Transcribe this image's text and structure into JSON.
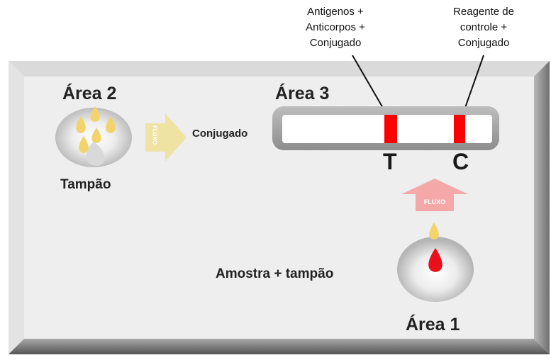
{
  "callouts": {
    "test_line": [
      "Antigenos +",
      "Anticorpos +",
      "Conjugado"
    ],
    "control_line": [
      "Reagente de",
      "controle +",
      "Conjugado"
    ]
  },
  "areas": {
    "area2": {
      "title": "Área 2",
      "caption": "Tampão"
    },
    "area3": {
      "title": "Área 3"
    },
    "area1": {
      "title": "Área 1",
      "caption": "Amostra + tampão"
    }
  },
  "conjugate_label": "Conjugado",
  "flow_label": "FLUXO",
  "line_letters": {
    "test": "T",
    "control": "C"
  },
  "colors": {
    "cassette": "#eeeeee",
    "bevel_dark": "#7f7f7f",
    "line_red": "#ff0000",
    "drop_yellow": "#f3d36b",
    "drop_red": "#e8101a",
    "flow_arrow_yellow": "#efe3a4",
    "flow_arrow_pink": "#f5a8a8"
  }
}
